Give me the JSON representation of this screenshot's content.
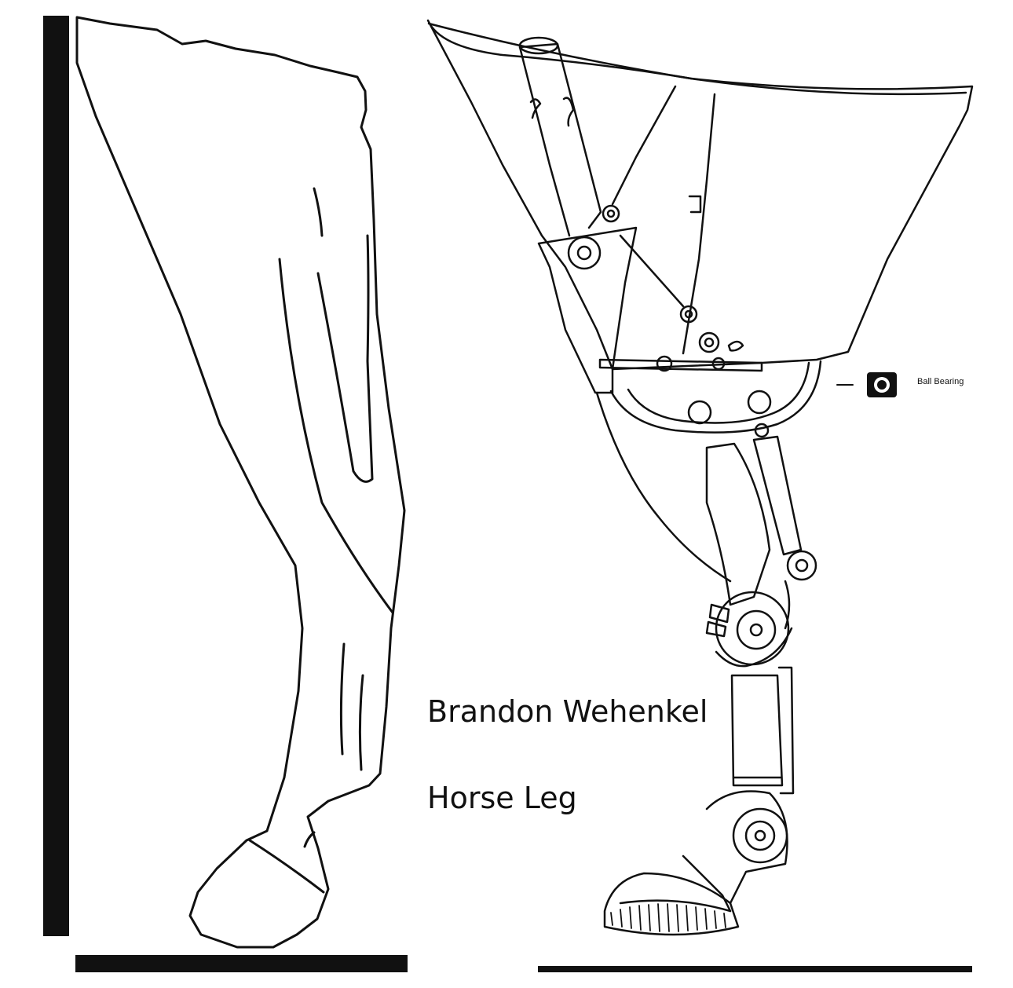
{
  "captions": {
    "author": "Brandon Wehenkel",
    "title": "Horse Leg"
  },
  "legend": {
    "label": "Ball Bearing",
    "icon": "ball-bearing-icon"
  },
  "colors": {
    "ink": "#111111",
    "background": "#ffffff"
  }
}
